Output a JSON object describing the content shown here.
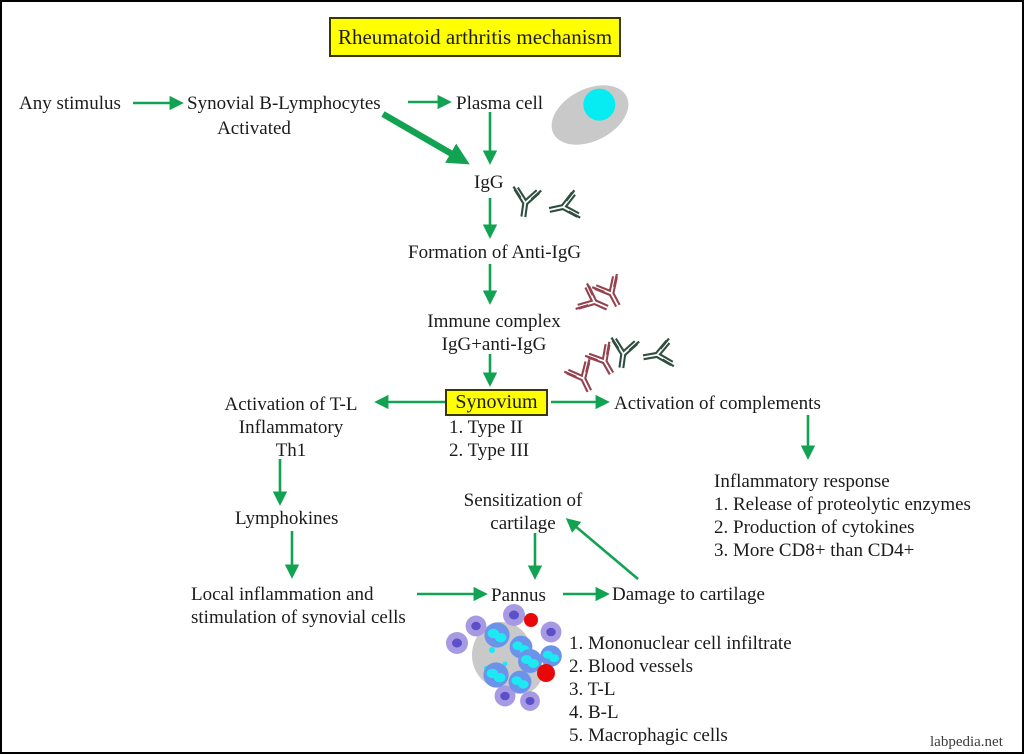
{
  "diagram": {
    "title": "Rheumatoid arthritis mechanism",
    "watermark": "labpedia.net",
    "colors": {
      "arrow_green": "#11a351",
      "highlight_yellow": "#ffff00",
      "igg_antibody_green": "#2e4f40",
      "anti_igg_antibody_red": "#94434e",
      "plasma_cell_gray": "#c9c9c9",
      "nucleus_cyan": "#06ecf2",
      "mononuclear_cell_blue": "#6b93ea",
      "lymphocyte_lavender": "#a79ae2",
      "blood_vessel_red": "#e80808",
      "text_black": "#1b1b1b"
    },
    "nodes": {
      "any_stimulus": "Any stimulus",
      "synovial_b_lymphocytes": "Synovial B-Lymphocytes",
      "activated": "Activated",
      "plasma_cell": "Plasma cell",
      "igg": "IgG",
      "formation_anti_igg": "Formation of Anti-IgG",
      "immune_complex_line1": "Immune complex",
      "immune_complex_line2": "IgG+anti-IgG",
      "synovium": "Synovium",
      "synovium_type_1": "1. Type II",
      "synovium_type_2": "2. Type III",
      "activation_tl": "Activation of T-L",
      "inflammatory": "Inflammatory",
      "th1": "Th1",
      "activation_complements": "Activation of complements",
      "inflammatory_response": "Inflammatory response",
      "response_item_1": "1. Release of proteolytic enzymes",
      "response_item_2": "2. Production of cytokines",
      "response_item_3": "3. More CD8+ than CD4+",
      "lymphokines": "Lymphokines",
      "sensitization_line1": "Sensitization of",
      "sensitization_line2": "cartilage",
      "local_inflammation_line1": "Local inflammation and",
      "local_inflammation_line2": "stimulation of synovial cells",
      "pannus": "Pannus",
      "damage_cartilage": "Damage to cartilage"
    },
    "pannus_list": [
      "1. Mononuclear cell infiltrate",
      "2. Blood vessels",
      "3. T-L",
      "4. B-L",
      "5. Macrophagic cells"
    ]
  }
}
